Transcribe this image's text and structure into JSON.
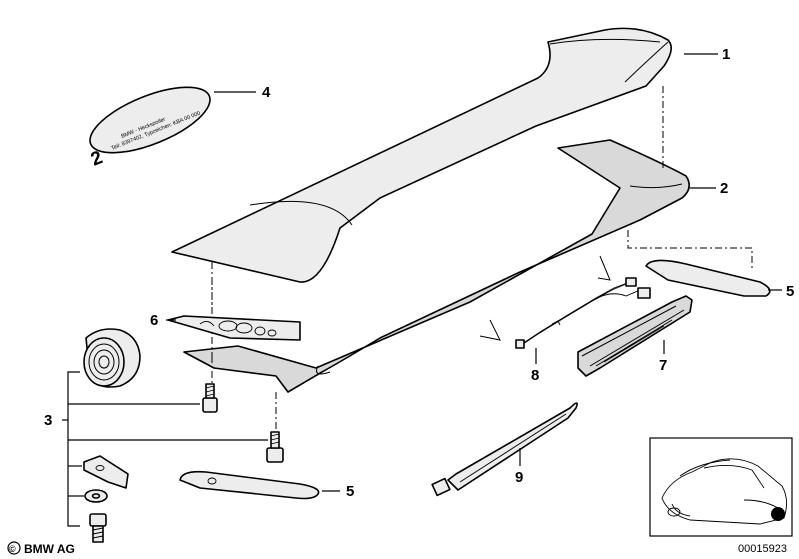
{
  "callouts": [
    "1",
    "2",
    "3",
    "4",
    "5",
    "5",
    "6",
    "7",
    "8",
    "9"
  ],
  "label_plate": {
    "number": "2",
    "line1": "BMW - Heckspoiler",
    "line2": "Teil: 8397402, Typzeichen: KBA 00 000"
  },
  "footer": {
    "copyright": "BMW AG",
    "copyright_symbol": "©",
    "diagram_number": "00015923"
  }
}
